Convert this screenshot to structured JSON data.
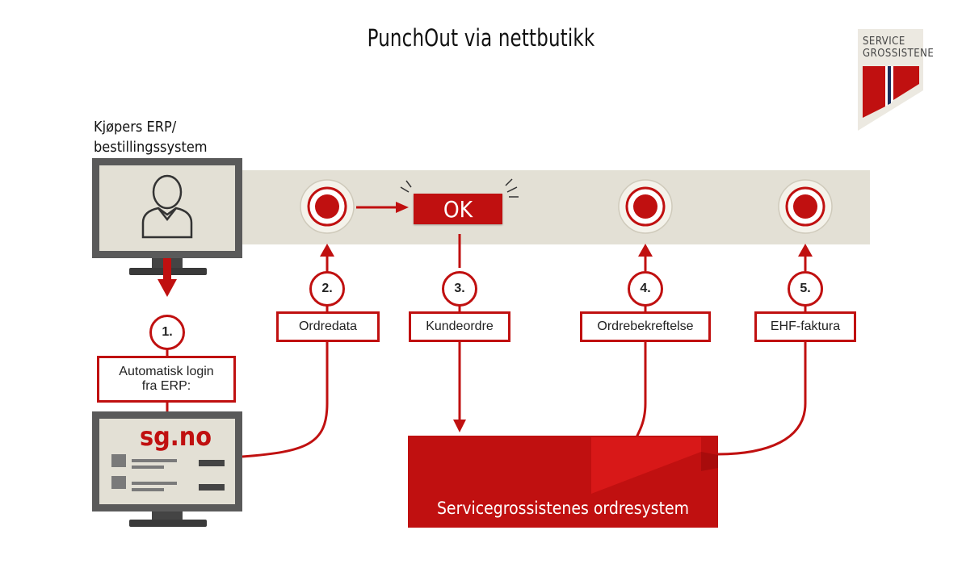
{
  "title": "PunchOut via nettbutikk",
  "erp_label_line1": "Kjøpers ERP/",
  "erp_label_line2": "bestillingssystem",
  "ok_label": "OK",
  "webshop_url": "sg.no",
  "order_system_label": "Servicegrossistenes ordresystem",
  "logo": {
    "line1": "SERVICE",
    "line2": "GROSSISTENE"
  },
  "steps": [
    {
      "number": "1.",
      "label_line1": "Automatisk login",
      "label_line2": "fra ERP:"
    },
    {
      "number": "2.",
      "label": "Ordredata"
    },
    {
      "number": "3.",
      "label": "Kundeordre"
    },
    {
      "number": "4.",
      "label": "Ordrebekreftelse"
    },
    {
      "number": "5.",
      "label": "EHF-faktura"
    }
  ],
  "colors": {
    "accent": "#c01010",
    "band": "#e3e0d5",
    "monitor": "#5a5a5a",
    "screen": "#e3e0d5"
  }
}
